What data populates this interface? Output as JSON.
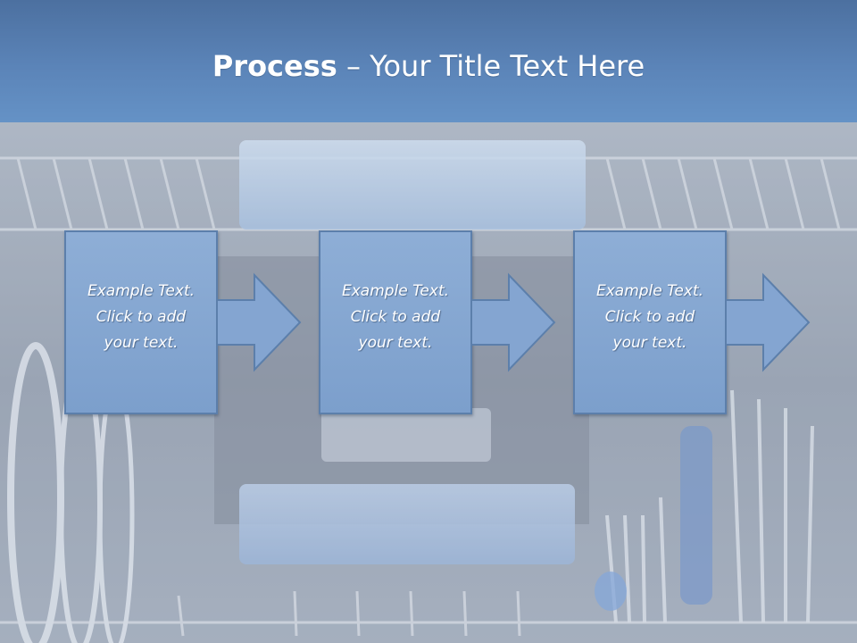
{
  "slide": {
    "title_bold": "Process",
    "title_separator": " – ",
    "title_rest": "Your Title Text Here"
  },
  "steps": [
    {
      "line1": "Example Text.",
      "line2": "Click  to add",
      "line3": "your text."
    },
    {
      "line1": "Example Text.",
      "line2": "Click  to add",
      "line3": "your text."
    },
    {
      "line1": "Example Text.",
      "line2": "Click  to add",
      "line3": "your text."
    }
  ],
  "colors": {
    "title_band": "#5b84b8",
    "card_fill": "#84a5d1",
    "card_border": "#5c7fab",
    "text": "#ffffff"
  }
}
